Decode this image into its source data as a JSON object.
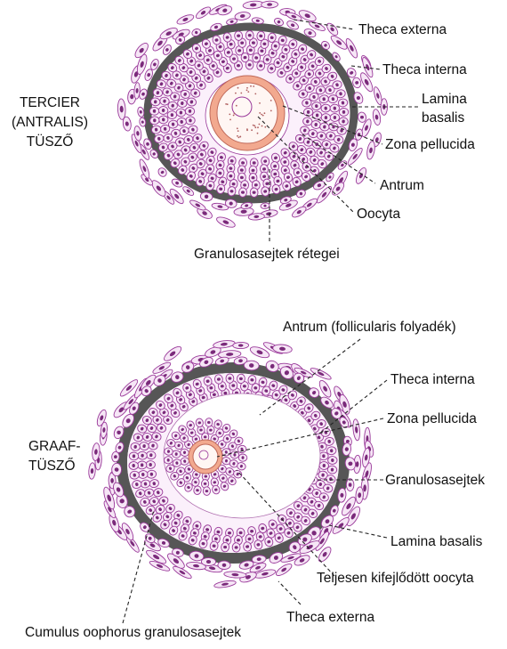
{
  "colors": {
    "cell_fill": "#f6e6f6",
    "cell_stroke": "#9a3a9a",
    "nucleus": "#7a2a7a",
    "basal_lamina": "#565656",
    "zona_pellucida": "#f2a98f",
    "antrum": "#ffffff"
  },
  "tertiary": {
    "title_lines": [
      "TERCIER",
      "(ANTRALIS)",
      "TÜSZŐ"
    ],
    "labels": {
      "theca_externa": "Theca externa",
      "theca_interna": "Theca interna",
      "lamina_basalis_1": "Lamina",
      "lamina_basalis_2": "basalis",
      "zona_pellucida": "Zona pellucida",
      "antrum": "Antrum",
      "oocyta": "Oocyta",
      "granulosa_layers": "Granulosasejtek rétegei"
    }
  },
  "graaf": {
    "title_lines": [
      "GRAAF-",
      "TÜSZŐ"
    ],
    "labels": {
      "antrum": "Antrum (follicularis folyadék)",
      "theca_interna": "Theca interna",
      "zona_pellucida": "Zona pellucida",
      "granulosa": "Granulosasejtek",
      "lamina_basalis": "Lamina basalis",
      "oocyte": "Teljesen kifejlődött oocyta",
      "theca_externa": "Theca externa",
      "cumulus": "Cumulus oophorus granulosasejtek"
    }
  }
}
